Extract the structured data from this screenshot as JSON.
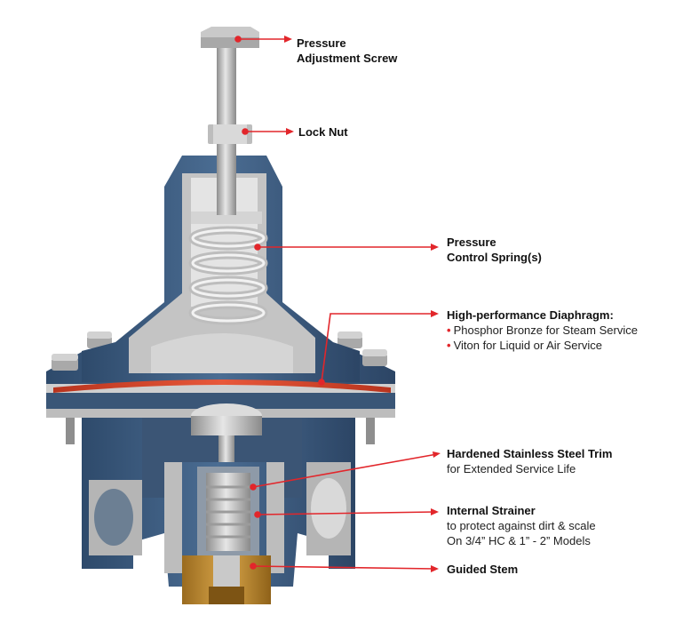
{
  "colors": {
    "leader": "#e2262b",
    "body_blue": "#3e5d80",
    "cut_steel": "#b9b9b9",
    "brass": "#b8872f"
  },
  "callouts": {
    "adjustment_screw": {
      "title_1": "Pressure",
      "title_2": "Adjustment Screw"
    },
    "lock_nut": {
      "title": "Lock Nut"
    },
    "control_spring": {
      "title_1": "Pressure",
      "title_2": "Control Spring(s)"
    },
    "diaphragm": {
      "title": "High-performance Diaphragm:",
      "items": [
        "Phosphor Bronze for Steam Service",
        "Viton for Liquid or Air Service"
      ]
    },
    "trim": {
      "title": "Hardened Stainless Steel Trim",
      "line_1": "for Extended Service Life"
    },
    "strainer": {
      "title": "Internal Strainer",
      "line_1": "to protect against dirt & scale",
      "line_2": "On 3/4” HC & 1” - 2” Models"
    },
    "guided_stem": {
      "title": "Guided Stem"
    }
  }
}
